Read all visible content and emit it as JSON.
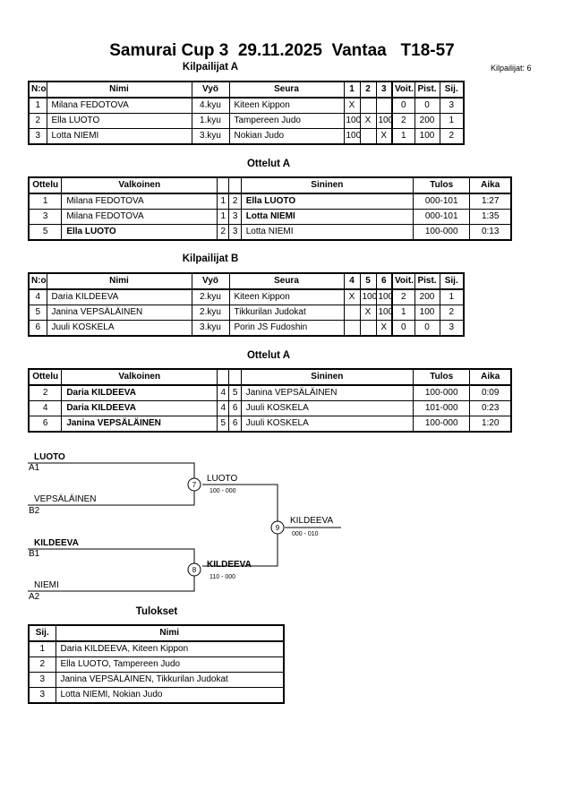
{
  "header": {
    "title": "Samurai Cup 3  29.11.2025  Vantaa   T18-57",
    "competitors_count": "Kilpailijat: 6"
  },
  "pool_a": {
    "title": "Kilpailijat A",
    "headers": [
      "N:o",
      "Nimi",
      "Vyö",
      "Seura",
      "1",
      "2",
      "3",
      "Voit.",
      "Pist.",
      "Sij."
    ],
    "rows": [
      [
        "1",
        "Milana FEDOTOVA",
        "4.kyu",
        "Kiteen Kippon",
        "X",
        "",
        "",
        "0",
        "0",
        "3"
      ],
      [
        "2",
        "Ella LUOTO",
        "1.kyu",
        "Tampereen Judo",
        "100",
        "X",
        "100",
        "2",
        "200",
        "1"
      ],
      [
        "3",
        "Lotta NIEMI",
        "3.kyu",
        "Nokian Judo",
        "100",
        "",
        "X",
        "1",
        "100",
        "2"
      ]
    ]
  },
  "matches_a": {
    "title": "Ottelut A",
    "headers": [
      "Ottelu",
      "Valkoinen",
      "",
      "",
      "Sininen",
      "Tulos",
      "Aika"
    ],
    "rows": [
      {
        "cells": [
          "1",
          "Milana FEDOTOVA",
          "1",
          "2",
          "Ella LUOTO",
          "000-101",
          "1:27"
        ],
        "winner": "blue"
      },
      {
        "cells": [
          "3",
          "Milana FEDOTOVA",
          "1",
          "3",
          "Lotta NIEMI",
          "000-101",
          "1:35"
        ],
        "winner": "blue"
      },
      {
        "cells": [
          "5",
          "Ella LUOTO",
          "2",
          "3",
          "Lotta NIEMI",
          "100-000",
          "0:13"
        ],
        "winner": "white"
      }
    ]
  },
  "pool_b": {
    "title": "Kilpailijat B",
    "headers": [
      "N:o",
      "Nimi",
      "Vyö",
      "Seura",
      "4",
      "5",
      "6",
      "Voit.",
      "Pist.",
      "Sij."
    ],
    "rows": [
      [
        "4",
        "Daria KILDEEVA",
        "2.kyu",
        "Kiteen Kippon",
        "X",
        "100",
        "100",
        "2",
        "200",
        "1"
      ],
      [
        "5",
        "Janina VEPSÄLÄINEN",
        "2.kyu",
        "Tikkurilan Judokat",
        "",
        "X",
        "100",
        "1",
        "100",
        "2"
      ],
      [
        "6",
        "Juuli KOSKELA",
        "3.kyu",
        "Porin JS Fudoshin",
        "",
        "",
        "X",
        "0",
        "0",
        "3"
      ]
    ]
  },
  "matches_b": {
    "title": "Ottelut A",
    "headers": [
      "Ottelu",
      "Valkoinen",
      "",
      "",
      "Sininen",
      "Tulos",
      "Aika"
    ],
    "rows": [
      {
        "cells": [
          "2",
          "Daria KILDEEVA",
          "4",
          "5",
          "Janina VEPSÄLÄINEN",
          "100-000",
          "0:09"
        ],
        "winner": "white"
      },
      {
        "cells": [
          "4",
          "Daria KILDEEVA",
          "4",
          "6",
          "Juuli KOSKELA",
          "101-000",
          "0:23"
        ],
        "winner": "white"
      },
      {
        "cells": [
          "6",
          "Janina VEPSÄLÄINEN",
          "5",
          "6",
          "Juuli KOSKELA",
          "100-000",
          "1:20"
        ],
        "winner": "white"
      }
    ]
  },
  "bracket": {
    "top": {
      "name": "LUOTO",
      "seed": "A1"
    },
    "second": {
      "name": "VEPSÄLÄINEN",
      "seed": "B2"
    },
    "third": {
      "name": "KILDEEVA",
      "seed": "B1"
    },
    "fourth": {
      "name": "NIEMI",
      "seed": "A2"
    },
    "semi1": {
      "match": "7",
      "winner": "LUOTO",
      "score": "100 - 000"
    },
    "semi2": {
      "match": "8",
      "winner": "KILDEEVA",
      "score": "110 - 000"
    },
    "final": {
      "match": "9",
      "winner": "KILDEEVA",
      "score": "000 - 010"
    }
  },
  "results": {
    "title": "Tulokset",
    "headers": [
      "Sij.",
      "Nimi"
    ],
    "rows": [
      [
        "1",
        "Daria KILDEEVA, Kiteen Kippon"
      ],
      [
        "2",
        "Ella LUOTO, Tampereen Judo"
      ],
      [
        "3",
        "Janina VEPSÄLÄINEN, Tikkurilan Judokat"
      ],
      [
        "3",
        "Lotta NIEMI, Nokian Judo"
      ]
    ]
  }
}
